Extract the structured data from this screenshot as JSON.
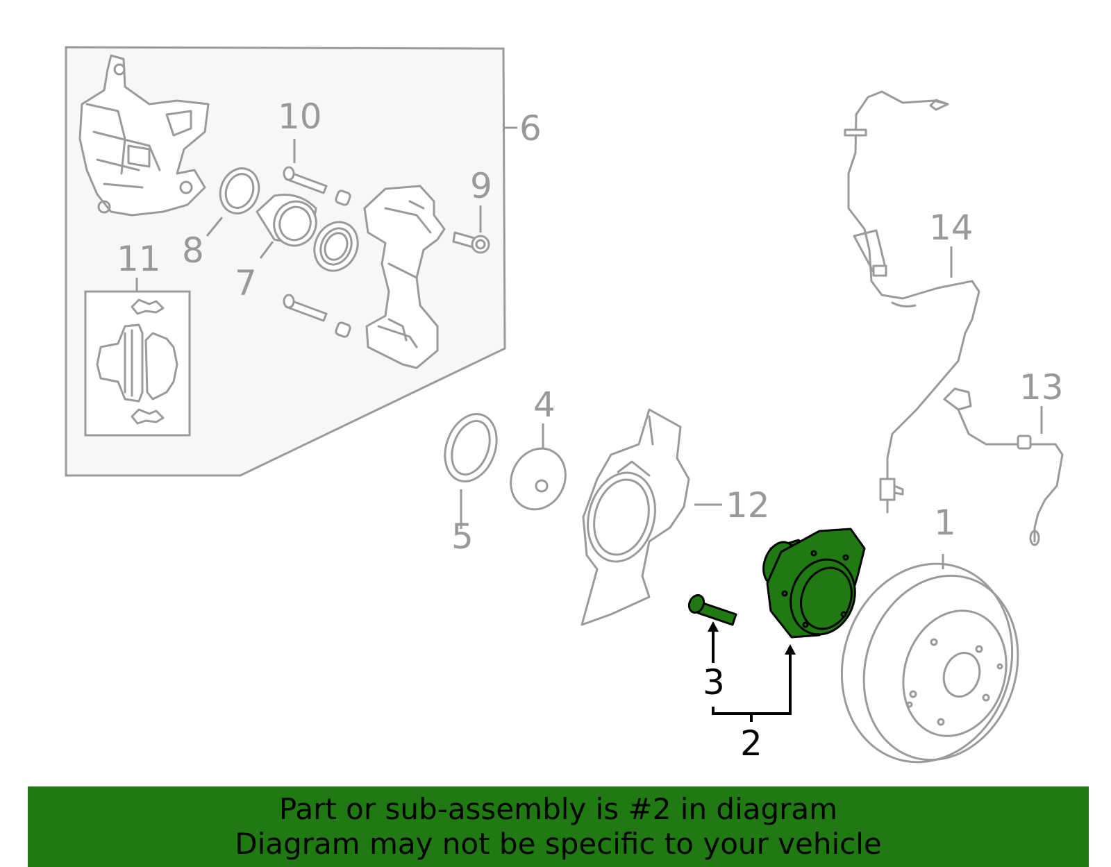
{
  "callouts": {
    "c1": "1",
    "c2": "2",
    "c3": "3",
    "c4": "4",
    "c5": "5",
    "c6": "6",
    "c7": "7",
    "c8": "8",
    "c9": "9",
    "c10": "10",
    "c11": "11",
    "c12": "12",
    "c13": "13",
    "c14": "14"
  },
  "highlighted_part": "2",
  "colors": {
    "highlight": "#1f7a12",
    "line_art": "#9a9a9a",
    "banner": "#1f7a12"
  },
  "banner": {
    "line1": "Part or sub-assembly is #2 in diagram",
    "line2": "Diagram may not be specific to your vehicle"
  }
}
